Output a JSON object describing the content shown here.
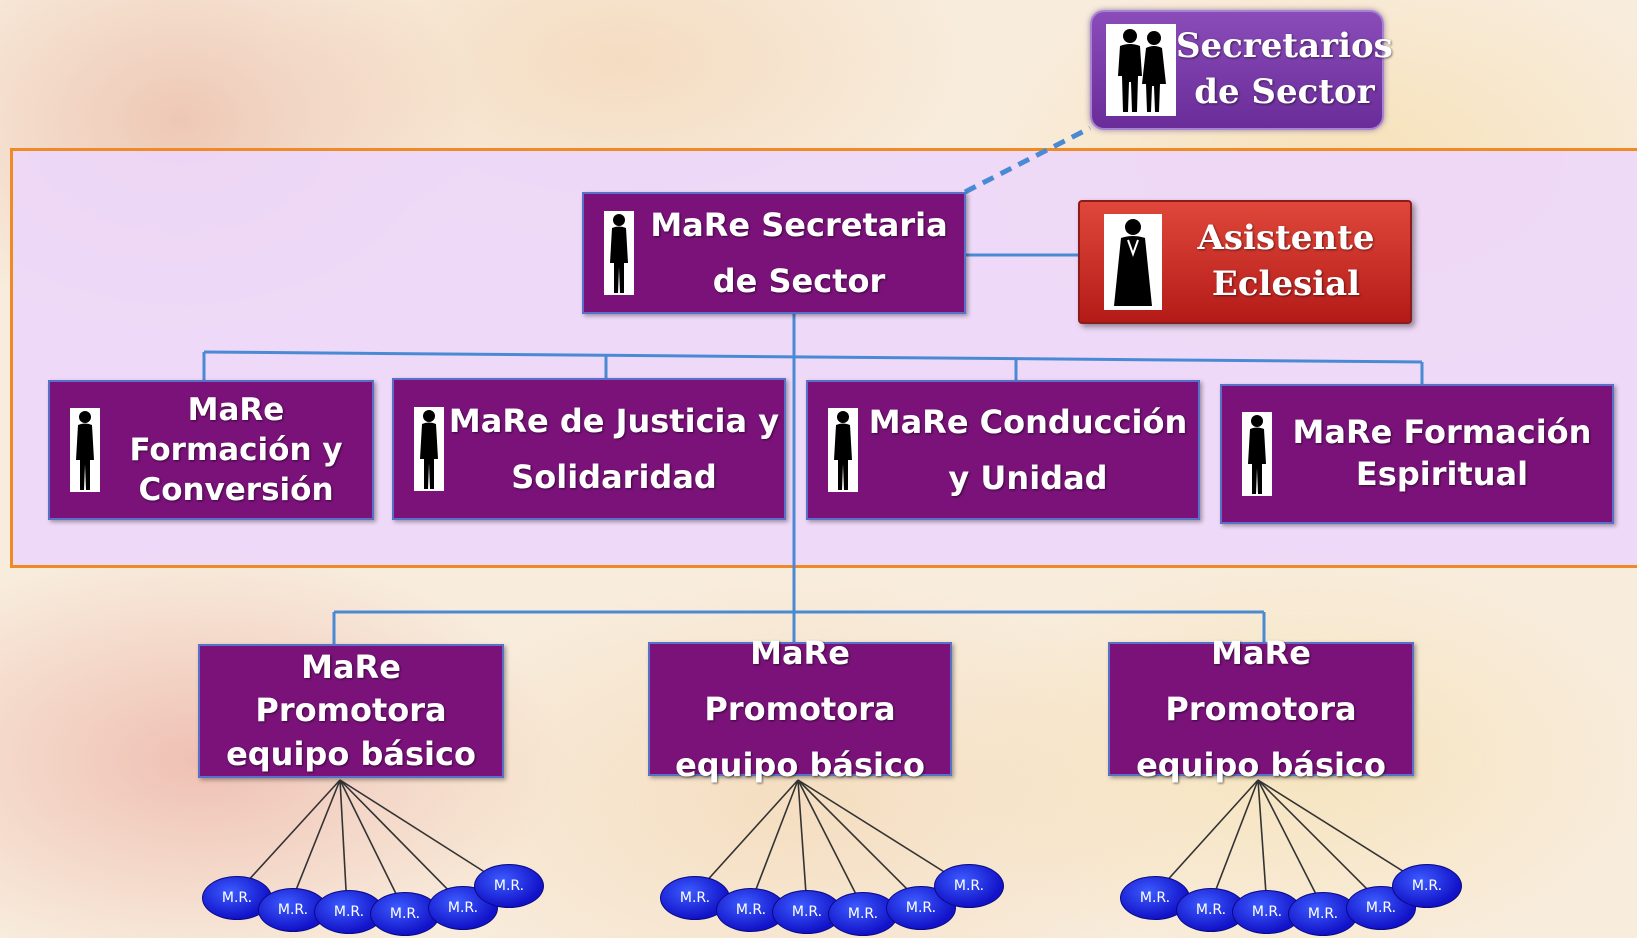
{
  "secretarios": {
    "line1": "Secretarios",
    "line2": "de Sector"
  },
  "secretaria": {
    "line1": "MaRe Secretaria",
    "line2": "de Sector"
  },
  "asistente": {
    "line1": "Asistente",
    "line2": "Eclesial"
  },
  "roles": [
    {
      "lines": [
        "MaRe",
        "Formación y",
        "Conversión"
      ]
    },
    {
      "lines": [
        "MaRe de Justicia y",
        "Solidaridad"
      ]
    },
    {
      "lines": [
        "MaRe Conducción",
        "y Unidad"
      ]
    },
    {
      "lines": [
        "MaRe Formación",
        "Espiritual"
      ]
    }
  ],
  "promotoras": [
    {
      "line1": "MaRe Promotora",
      "line2": "equipo básico"
    },
    {
      "line1": "MaRe Promotora",
      "line2": "equipo básico"
    },
    {
      "line1": "MaRe Promotora",
      "line2": "equipo básico"
    }
  ],
  "member_label": "M.R.",
  "colors": {
    "box_purple": "#7b127a",
    "secretarios_purple": "#7a3ca8",
    "asistente_red": "#cc2e26",
    "band_border_orange": "#f08a24",
    "band_fill_lavender": "#edd7fa",
    "connector_blue": "#4a8ad4",
    "member_blue": "#1a1ad6"
  }
}
